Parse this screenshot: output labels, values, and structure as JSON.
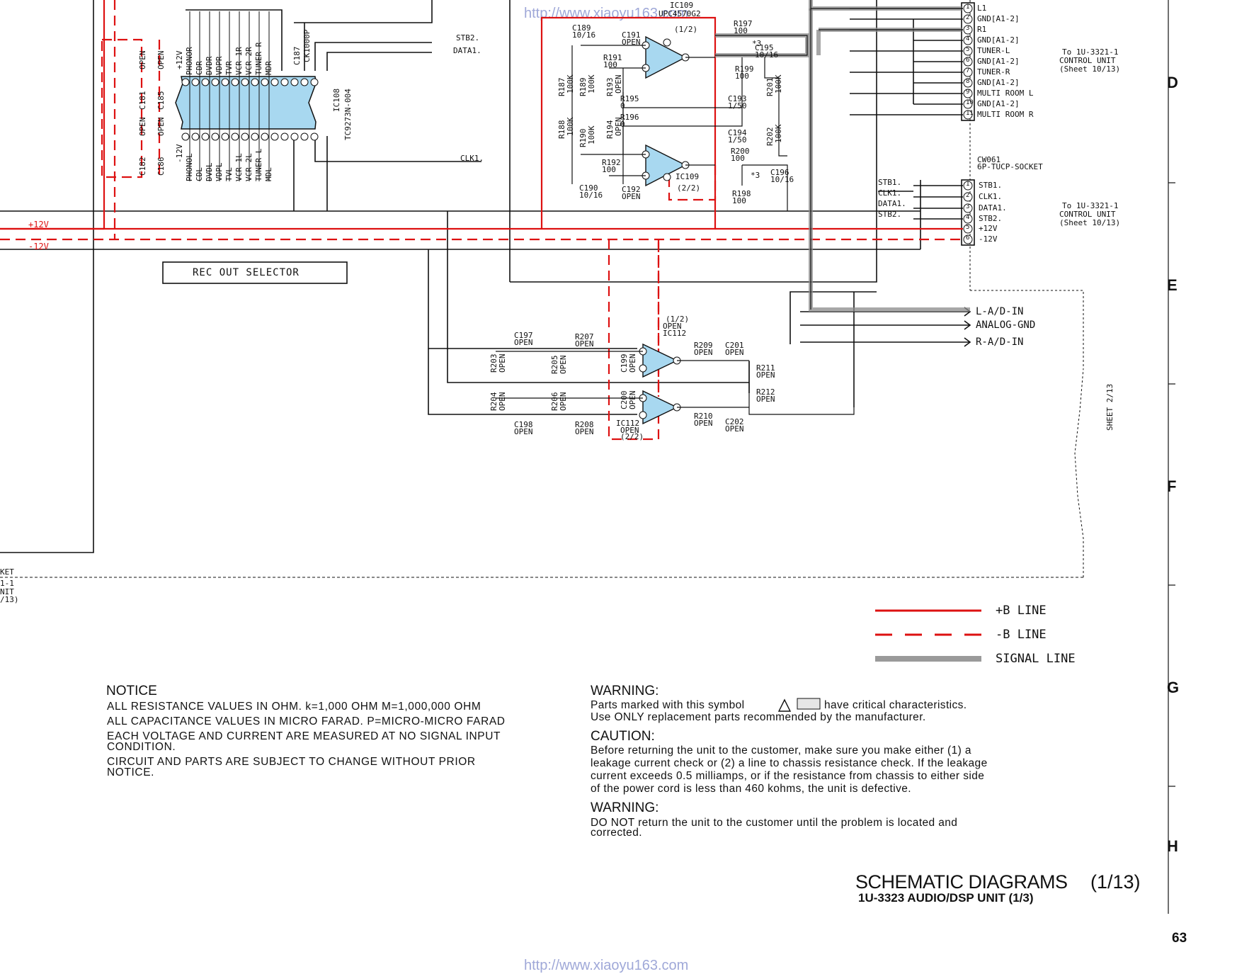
{
  "watermark": {
    "url": "http://www.xiaoyu163.com"
  },
  "ic109": {
    "name": "IC109",
    "part": "UPC4570G2",
    "half1": "(1/2)",
    "half2": "(2/2)"
  },
  "ic108": {
    "name": "IC108",
    "part": "TC9273N-004"
  },
  "ic112": {
    "name": "IC112",
    "open": "OPEN",
    "half1": "(1/2)",
    "half2": "(2/2)"
  },
  "ic108_pins_top": [
    "PHONOR",
    "CDR",
    "DVDR",
    "VDPR",
    "TVR",
    "VCR-1R",
    "VCR-2R",
    "TUNER-R",
    "MDR"
  ],
  "ic108_pins_bottom": [
    "PHONOL",
    "CDL",
    "DVDL",
    "VDPL",
    "TVL",
    "VCR-1L",
    "VCR-2L",
    "TUNER-L",
    "MDL"
  ],
  "components_left": [
    "C181",
    "OPEN",
    "C185",
    "OPEN",
    "+12V",
    "C182",
    "OPEN",
    "C186",
    "OPEN",
    "-12V",
    "C187",
    "CK1000P"
  ],
  "rails": {
    "plus12": "+12V",
    "minus12": "-12V"
  },
  "selector_label": "REC OUT SELECTOR",
  "signals": {
    "stb2": "STB2.",
    "data1": "DATA1.",
    "clk1": "CLK1."
  },
  "parts_ic109": [
    {
      "ref": "C189",
      "val": "10/16"
    },
    {
      "ref": "C191",
      "val": "OPEN"
    },
    {
      "ref": "R191",
      "val": "100"
    },
    {
      "ref": "R197",
      "val": "100"
    },
    {
      "ref": "C195",
      "val": "10/16"
    },
    {
      "ref": "R199",
      "val": "100"
    },
    {
      "ref": "R187",
      "val": "100K"
    },
    {
      "ref": "R189",
      "val": "100K"
    },
    {
      "ref": "R193",
      "val": "OPEN"
    },
    {
      "ref": "R195",
      "val": "0"
    },
    {
      "ref": "C193",
      "val": "1/50"
    },
    {
      "ref": "R201",
      "val": "100K"
    },
    {
      "ref": "R188",
      "val": "100K"
    },
    {
      "ref": "R190",
      "val": "100K"
    },
    {
      "ref": "R194",
      "val": "OPEN"
    },
    {
      "ref": "R196",
      "val": "0"
    },
    {
      "ref": "C194",
      "val": "1/50"
    },
    {
      "ref": "R202",
      "val": "100K"
    },
    {
      "ref": "R200",
      "val": "100"
    },
    {
      "ref": "C196",
      "val": "10/16"
    },
    {
      "ref": "R192",
      "val": "100"
    },
    {
      "ref": "R198",
      "val": "100"
    },
    {
      "ref": "C190",
      "val": "10/16"
    },
    {
      "ref": "C192",
      "val": "OPEN"
    }
  ],
  "parts_ic112": [
    {
      "ref": "C197",
      "val": "OPEN"
    },
    {
      "ref": "R207",
      "val": "OPEN"
    },
    {
      "ref": "R203",
      "val": "OPEN"
    },
    {
      "ref": "R205",
      "val": "OPEN"
    },
    {
      "ref": "C199",
      "val": "OPEN"
    },
    {
      "ref": "R209",
      "val": "OPEN"
    },
    {
      "ref": "C201",
      "val": "OPEN"
    },
    {
      "ref": "R211",
      "val": "OPEN"
    },
    {
      "ref": "R204",
      "val": "OPEN"
    },
    {
      "ref": "R206",
      "val": "OPEN"
    },
    {
      "ref": "C200",
      "val": "OPEN"
    },
    {
      "ref": "R212",
      "val": "OPEN"
    },
    {
      "ref": "C198",
      "val": "OPEN"
    },
    {
      "ref": "R208",
      "val": "OPEN"
    },
    {
      "ref": "R210",
      "val": "OPEN"
    },
    {
      "ref": "C202",
      "val": "OPEN"
    }
  ],
  "star3": "*3",
  "connector_top": {
    "pins": [
      "L1",
      "GND[A1-2]",
      "R1",
      "GND[A1-2]",
      "TUNER-L",
      "GND[A1-2]",
      "TUNER-R",
      "GND[A1-2]",
      "MULTI ROOM L",
      "GND[A1-2]",
      "MULTI ROOM R"
    ],
    "to_line1": "To 1U-3321-1",
    "to_line2": "CONTROL UNIT",
    "to_line3": "(Sheet 10/13)"
  },
  "connector_cw061": {
    "name": "CW061",
    "type": "6P-TUCP-SOCKET",
    "pins": [
      "STB1.",
      "CLK1.",
      "DATA1.",
      "STB2.",
      "+12V",
      "-12V"
    ],
    "left_labels": [
      "STB1.",
      "CLK1.",
      "DATA1.",
      "STB2."
    ],
    "to_line1": "To 1U-3321-1",
    "to_line2": "CONTROL UNIT",
    "to_line3": "(Sheet 10/13)"
  },
  "outputs": [
    "L-A/D-IN",
    "ANALOG-GND",
    "R-A/D-IN"
  ],
  "sheet_label": "SHEET 2/13",
  "left_cut": [
    "KET",
    "1-1",
    "NIT",
    "/13)"
  ],
  "row_letters": [
    "D",
    "E",
    "F",
    "G",
    "H"
  ],
  "legend": [
    {
      "label": "+B  LINE",
      "color": "#dd1111"
    },
    {
      "label": "-B  LINE",
      "color": "#dd1111"
    },
    {
      "label": "SIGNAL  LINE",
      "color": "#9a9a9a"
    }
  ],
  "notice": {
    "title": "NOTICE",
    "lines": [
      "ALL RESISTANCE VALUES IN OHM. k=1,000 OHM M=1,000,000 OHM",
      "ALL CAPACITANCE VALUES IN MICRO FARAD. P=MICRO-MICRO FARAD",
      "EACH VOLTAGE AND CURRENT ARE MEASURED AT NO SIGNAL INPUT",
      "CONDITION.",
      "CIRCUIT AND PARTS ARE SUBJECT TO CHANGE WITHOUT PRIOR",
      "NOTICE."
    ]
  },
  "warning1": {
    "title": "WARNING:",
    "line1a": "Parts marked with this symbol",
    "line1b": "have critical characteristics.",
    "line2": "Use ONLY replacement parts recommended by the manufacturer."
  },
  "caution": {
    "title": "CAUTION:",
    "lines": [
      "Before returning the unit to the customer, make sure you make either (1) a",
      "leakage current check or (2) a line to chassis resistance check. If the leakage",
      "current exceeds 0.5 milliamps, or if the resistance from chassis to either side",
      "of the power cord is less than 460 kohms, the unit is defective."
    ]
  },
  "warning2": {
    "title": "WARNING:",
    "lines": [
      "DO NOT return the unit to the customer until the problem is located and",
      "corrected."
    ]
  },
  "footer": {
    "title": "SCHEMATIC DIAGRAMS",
    "title_page": "(1/13)",
    "subtitle": "1U-3323 AUDIO/DSP UNIT (1/3)",
    "page_number": "63"
  }
}
